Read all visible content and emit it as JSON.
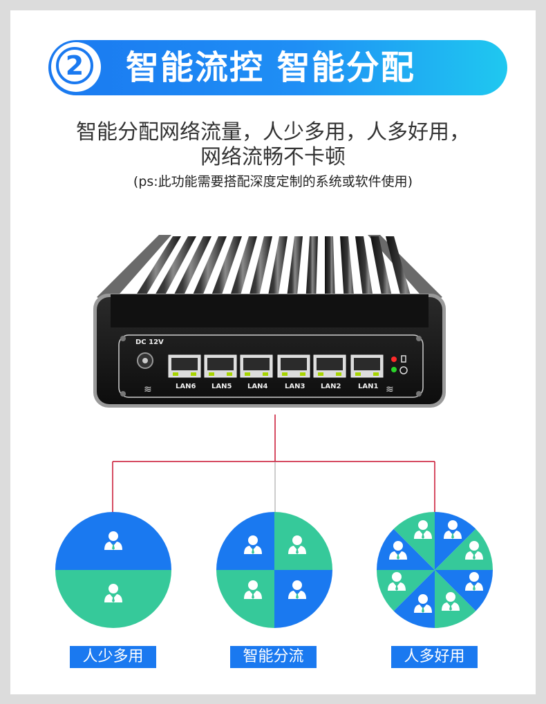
{
  "header": {
    "step_number": "2",
    "title": "智能流控 智能分配"
  },
  "description": {
    "line1": "智能分配网络流量，人少多用，人多好用，",
    "line2": "网络流畅不卡顿",
    "note": "(ps:此功能需要搭配深度定制的系统或软件使用)"
  },
  "device": {
    "power_label": "DC 12V",
    "ports": [
      "LAN6",
      "LAN5",
      "LAN4",
      "LAN3",
      "LAN2",
      "LAN1"
    ]
  },
  "modes": [
    {
      "label": "人少多用",
      "users": 2
    },
    {
      "label": "智能分流",
      "users": 4
    },
    {
      "label": "人多好用",
      "users": 8
    }
  ],
  "colors": {
    "blue": "#1a79f0",
    "green": "#36c99a",
    "line_red": "#c8102e"
  }
}
